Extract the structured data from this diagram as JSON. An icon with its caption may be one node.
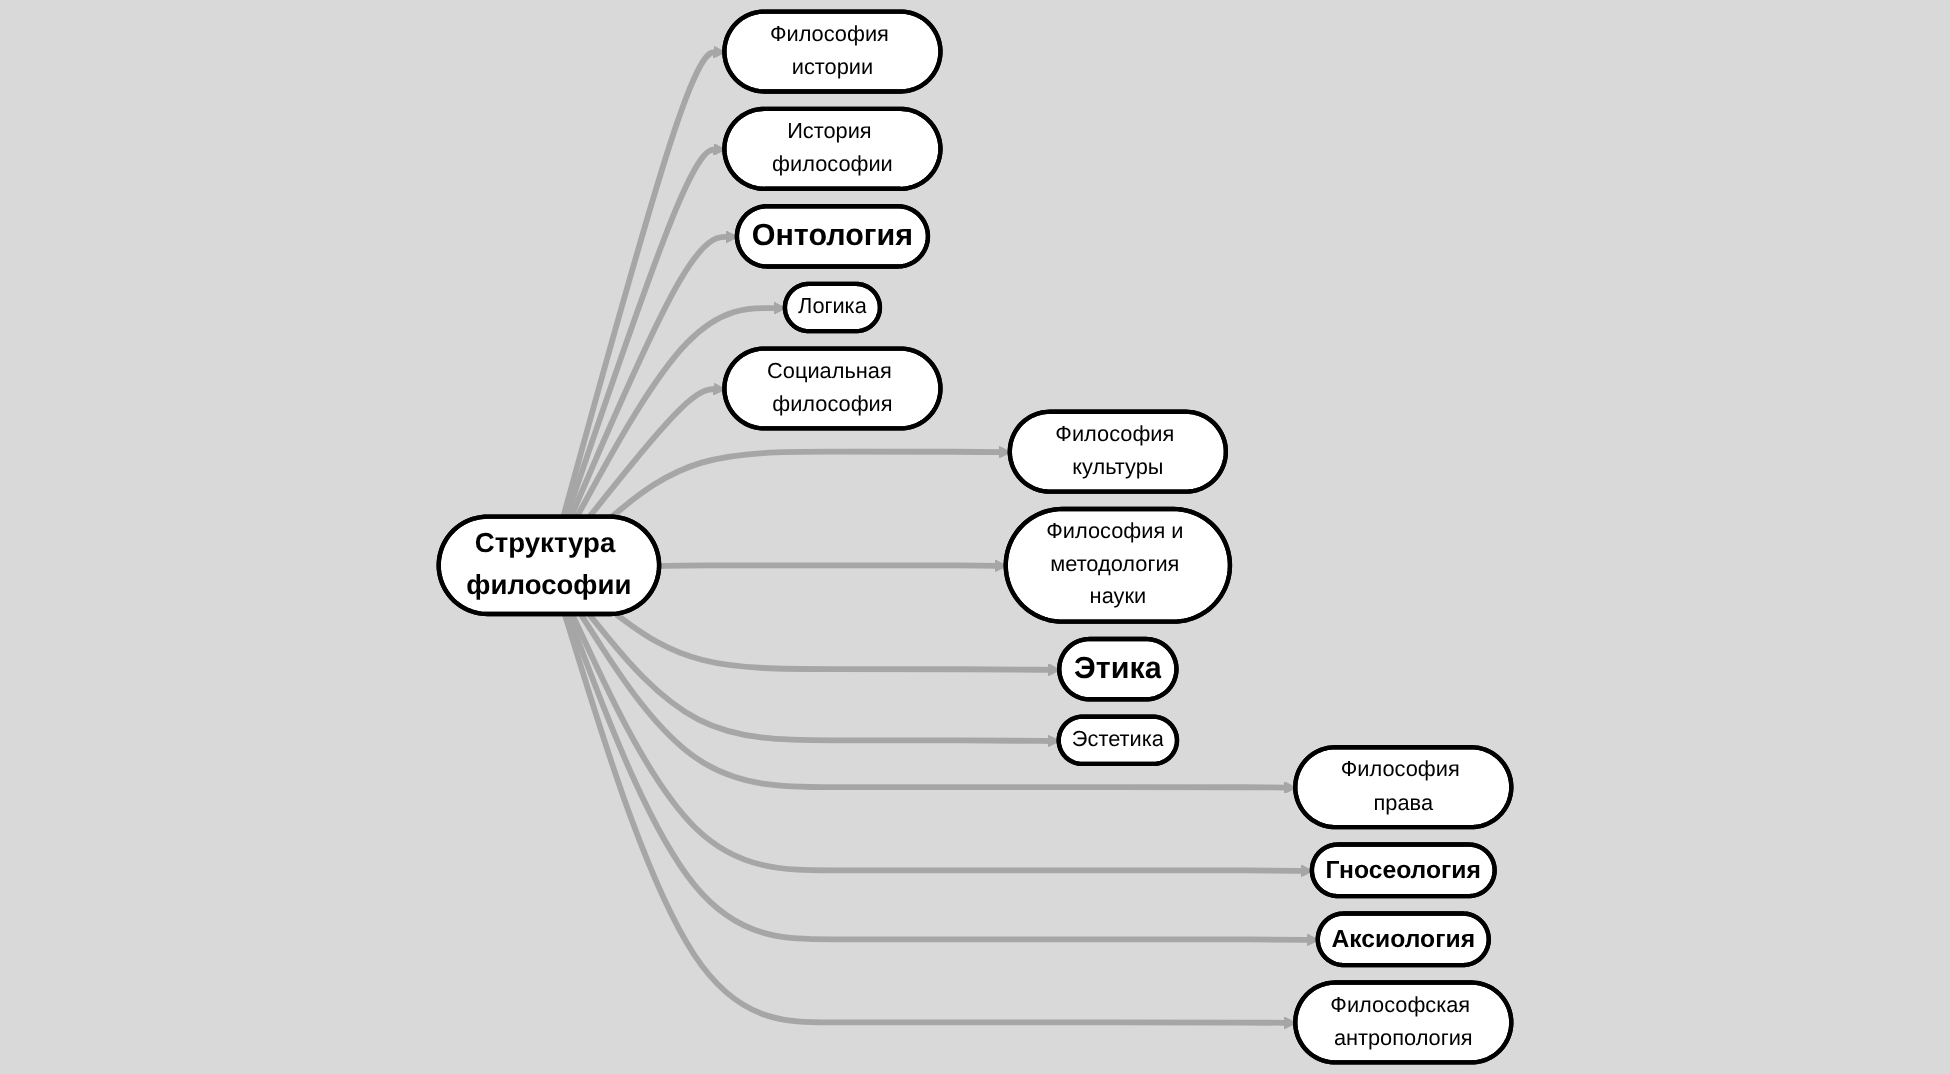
{
  "diagram": {
    "nodes": [
      {
        "text": [
          "Структура философии"
        ]
      },
      {
        "text": [
          "Философия истории"
        ]
      },
      {
        "text": [
          "Философия культуры"
        ]
      },
      {
        "text": [
          "Философия права"
        ]
      },
      {
        "text": [
          "История философии"
        ]
      },
      {
        "text": [
          "Философия и методология науки"
        ]
      },
      {
        "text": [
          "Гносеология"
        ]
      },
      {
        "text": [
          "Онтология"
        ]
      },
      {
        "text": [
          "Этика"
        ]
      },
      {
        "text": [
          "Аксиология"
        ]
      },
      {
        "text": [
          "Логика"
        ]
      },
      {
        "text": [
          "Эстетика"
        ]
      },
      {
        "text": [
          "Философская антропология"
        ]
      },
      {
        "text": [
          "Социальная философия"
        ]
      }
    ],
    "edges": [
      {
        "from": 0,
        "to": 1,
        "arrow": "to"
      },
      {
        "from": 0,
        "to": 2,
        "arrow": "to"
      },
      {
        "from": 0,
        "to": 3,
        "arrow": "to"
      },
      {
        "from": 0,
        "to": 4,
        "arrow": "to"
      },
      {
        "from": 0,
        "to": 5,
        "arrow": "to"
      },
      {
        "from": 0,
        "to": 6,
        "arrow": "to"
      },
      {
        "from": 0,
        "to": 7,
        "arrow": "to"
      },
      {
        "from": 0,
        "to": 8,
        "arrow": "to"
      },
      {
        "from": 0,
        "to": 9,
        "arrow": "to"
      },
      {
        "from": 0,
        "to": 10,
        "arrow": "to"
      },
      {
        "from": 0,
        "to": 11,
        "arrow": "to"
      },
      {
        "from": 0,
        "to": 12,
        "arrow": "to"
      },
      {
        "from": 0,
        "to": 13,
        "arrow": "to"
      }
    ]
  }
}
